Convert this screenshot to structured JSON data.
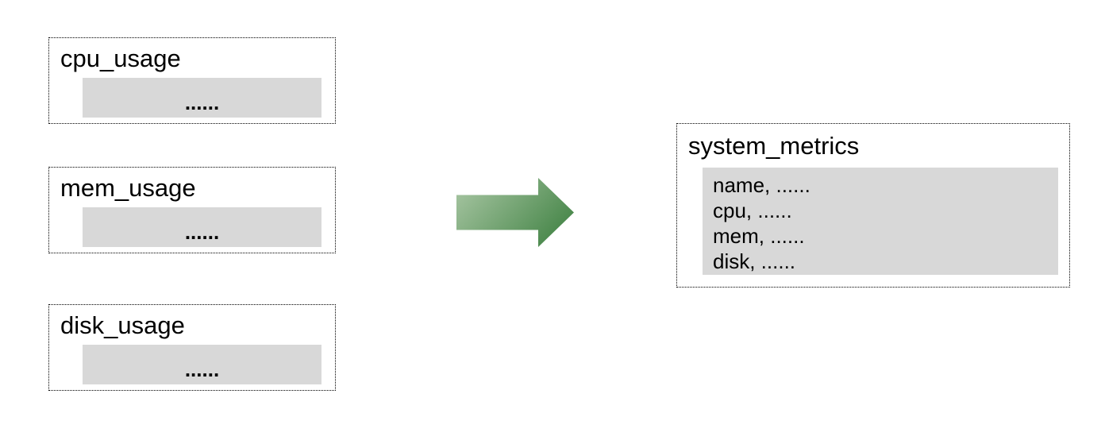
{
  "diagram": {
    "source_tables": [
      {
        "title": "cpu_usage",
        "placeholder": "......"
      },
      {
        "title": "mem_usage",
        "placeholder": "......"
      },
      {
        "title": "disk_usage",
        "placeholder": "......"
      }
    ],
    "arrow": {
      "icon": "right-block-arrow",
      "gradient_start": "#abc8a6",
      "gradient_end": "#4b894d"
    },
    "result_table": {
      "title": "system_metrics",
      "rows": [
        "name, ......",
        "cpu, ......",
        "mem, ......",
        "disk, ......"
      ]
    },
    "colors": {
      "panel_fill": "#d8d8d8",
      "border": "#000000",
      "background": "#ffffff",
      "text": "#000000"
    }
  }
}
